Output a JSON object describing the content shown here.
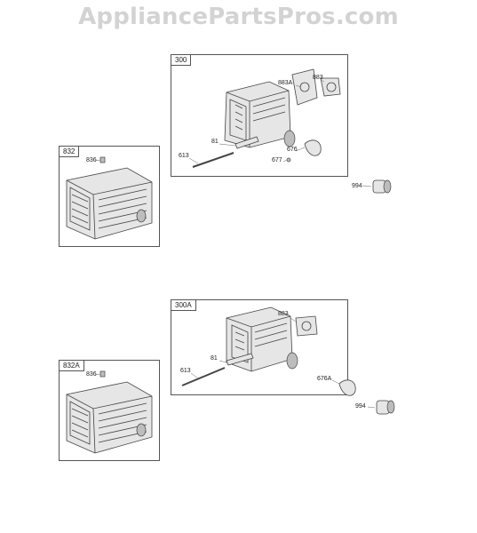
{
  "watermark": "AppliancePartsPros.com",
  "groups": [
    {
      "id": "300",
      "title": "300",
      "parts": {
        "p883A": "883A",
        "p883": "883",
        "p81": "81",
        "p613": "613",
        "p676": "676",
        "p677": "677"
      }
    },
    {
      "id": "832",
      "title": "832",
      "parts": {
        "p836": "836"
      }
    },
    {
      "id": "300A",
      "title": "300A",
      "parts": {
        "p883": "883",
        "p81": "81",
        "p613": "613"
      }
    },
    {
      "id": "832A",
      "title": "832A",
      "parts": {
        "p836": "836"
      }
    }
  ],
  "loose_parts": {
    "p994_top": "994",
    "p994_bottom": "994",
    "p676A": "676A"
  },
  "colors": {
    "watermark": "#d3d3d3",
    "line": "#444444",
    "frame": "#555555"
  }
}
